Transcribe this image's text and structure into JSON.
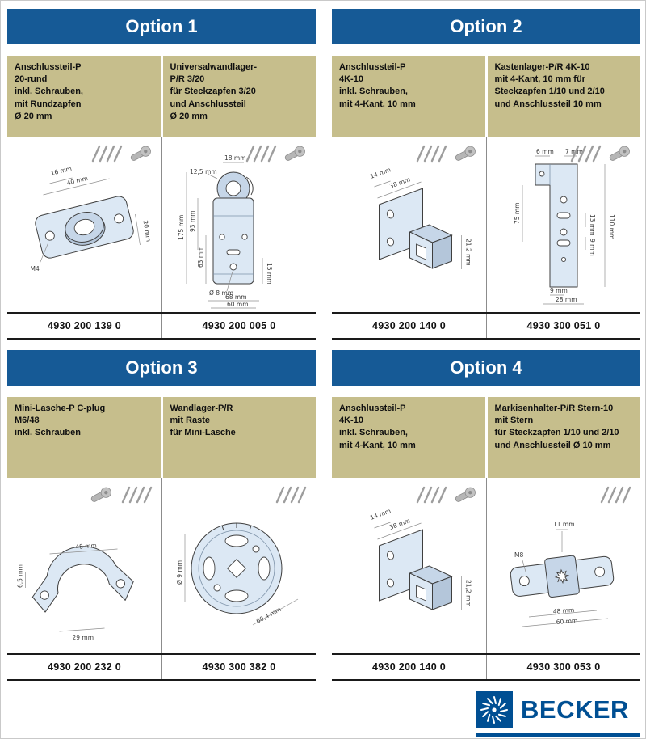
{
  "brand": {
    "name": "BECKER"
  },
  "colors": {
    "header_blue": "#165a96",
    "panel_khaki": "#c6be8c",
    "brand_blue": "#004f93"
  },
  "options": [
    {
      "title": "Option 1",
      "products": [
        {
          "description": "Anschlussteil-P\n20-rund\ninkl. Schrauben,\nmit Rundzapfen\nØ 20 mm",
          "part_number": "4930 200 139 0",
          "icons": [
            "screws-icon",
            "dowel-icon"
          ],
          "dims": [
            "16 mm",
            "40 mm",
            "20 mm",
            "M4"
          ]
        },
        {
          "description": "Universalwandlager-\nP/R 3/20\nfür Steckzapfen 3/20\nund Anschlussteil\nØ 20 mm",
          "part_number": "4930 200 005 0",
          "icons": [
            "screws-icon",
            "dowel-icon"
          ],
          "dims": [
            "18 mm",
            "12,5 mm",
            "175 mm",
            "93 mm",
            "63 mm",
            "15 mm",
            "Ø 8 mm",
            "68 mm",
            "60 mm"
          ]
        }
      ]
    },
    {
      "title": "Option 2",
      "products": [
        {
          "description": "Anschlussteil-P\n4K-10\ninkl. Schrauben,\nmit 4-Kant, 10 mm",
          "part_number": "4930 200 140 0",
          "icons": [
            "screws-icon",
            "dowel-icon"
          ],
          "dims": [
            "14 mm",
            "38 mm",
            "21,2 mm"
          ]
        },
        {
          "description": "Kastenlager-P/R 4K-10\nmit 4-Kant, 10 mm für\nSteckzapfen 1/10 und 2/10\nund Anschlussteil 10 mm",
          "part_number": "4930 300 051 0",
          "icons": [
            "screws-icon",
            "dowel-icon"
          ],
          "dims": [
            "6 mm",
            "7 mm",
            "75 mm",
            "13 mm",
            "9 mm",
            "110 mm",
            "9 mm",
            "28 mm"
          ]
        }
      ]
    },
    {
      "title": "Option 3",
      "products": [
        {
          "description": "Mini-Lasche-P C-plug\nM6/48\ninkl. Schrauben",
          "part_number": "4930 200 232 0",
          "icons": [
            "dowel-icon",
            "screws-icon"
          ],
          "dims": [
            "6,5 mm",
            "48 mm",
            "29 mm"
          ]
        },
        {
          "description": "Wandlager-P/R\nmit Raste\nfür Mini-Lasche",
          "part_number": "4930 300 382 0",
          "icons": [
            "screws-icon"
          ],
          "dims": [
            "Ø 9 mm",
            "60,4 mm"
          ]
        }
      ]
    },
    {
      "title": "Option 4",
      "products": [
        {
          "description": "Anschlussteil-P\n4K-10\ninkl. Schrauben,\nmit 4-Kant, 10 mm",
          "part_number": "4930 200 140 0",
          "icons": [
            "screws-icon",
            "dowel-icon"
          ],
          "dims": [
            "14 mm",
            "38 mm",
            "21,2 mm"
          ]
        },
        {
          "description": "Markisenhalter-P/R Stern-10\nmit Stern\nfür Steckzapfen 1/10 und 2/10\nund Anschlussteil Ø 10 mm",
          "part_number": "4930 300 053 0",
          "icons": [
            "screws-icon"
          ],
          "dims": [
            "11 mm",
            "M8",
            "48 mm",
            "60 mm"
          ]
        }
      ]
    }
  ]
}
